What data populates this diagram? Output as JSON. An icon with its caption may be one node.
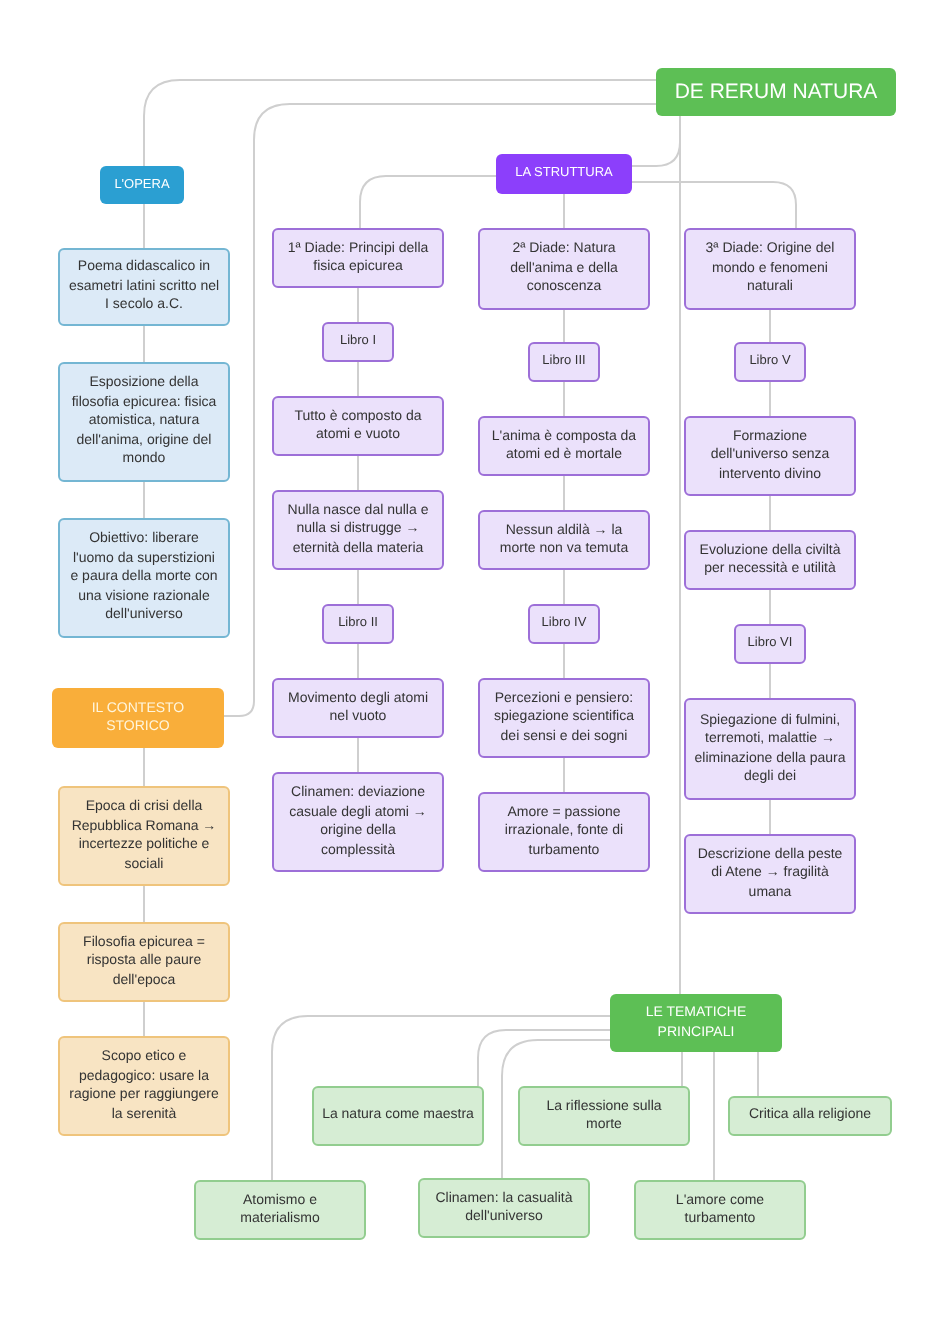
{
  "diagram": {
    "nodes": [
      {
        "text": [
          "DE RERUM NATURA"
        ]
      },
      {
        "text": [
          "L'OPERA"
        ]
      },
      {
        "text": [
          "Poema didascalico in esametri latini scritto nel I secolo a.C."
        ]
      },
      {
        "text": [
          "Esposizione della filosofia epicurea: fisica atomistica, natura dell'anima, origine del mondo"
        ]
      },
      {
        "text": [
          "Obiettivo: liberare l'uomo da superstizioni e paura della morte con una visione razionale dell'universo"
        ]
      },
      {
        "text": [
          "LA STRUTTURA"
        ]
      },
      {
        "text": [
          "1ª Diade: Principi della fisica epicurea"
        ]
      },
      {
        "text": [
          "Libro I"
        ]
      },
      {
        "text": [
          "Tutto è composto da atomi e vuoto"
        ]
      },
      {
        "text": [
          "Nulla nasce dal nulla e nulla si distrugge → eternità della materia"
        ]
      },
      {
        "text": [
          "Libro II"
        ]
      },
      {
        "text": [
          "Movimento degli atomi nel vuoto"
        ]
      },
      {
        "text": [
          "Clinamen: deviazione casuale degli atomi → origine della complessità"
        ]
      },
      {
        "text": [
          "2ª Diade: Natura dell'anima e della conoscenza"
        ]
      },
      {
        "text": [
          "Libro III"
        ]
      },
      {
        "text": [
          "L'anima è composta da atomi ed è mortale"
        ]
      },
      {
        "text": [
          "Nessun aldilà → la morte non va temuta"
        ]
      },
      {
        "text": [
          "Libro IV"
        ]
      },
      {
        "text": [
          "Percezioni e pensiero: spiegazione scientifica dei sensi e dei sogni"
        ]
      },
      {
        "text": [
          "Amore = passione irrazionale, fonte di turbamento"
        ]
      },
      {
        "text": [
          "3ª Diade: Origine del mondo e fenomeni naturali"
        ]
      },
      {
        "text": [
          "Libro V"
        ]
      },
      {
        "text": [
          "Formazione dell'universo senza intervento divino"
        ]
      },
      {
        "text": [
          "Evoluzione della civiltà per necessità e utilità"
        ]
      },
      {
        "text": [
          "Libro VI"
        ]
      },
      {
        "text": [
          "Spiegazione di fulmini, terremoti, malattie → eliminazione della paura degli dei"
        ]
      },
      {
        "text": [
          "Descrizione della peste di Atene → fragilità umana"
        ]
      },
      {
        "text": [
          "IL CONTESTO STORICO"
        ]
      },
      {
        "text": [
          "Epoca di crisi della Repubblica Romana → incertezze politiche e sociali"
        ]
      },
      {
        "text": [
          "Filosofia epicurea = risposta alle paure dell'epoca"
        ]
      },
      {
        "text": [
          "Scopo etico e pedagogico: usare la ragione per raggiungere la serenità"
        ]
      },
      {
        "text": [
          "LE TEMATICHE PRINCIPALI"
        ]
      },
      {
        "text": [
          "La natura come maestra"
        ]
      },
      {
        "text": [
          "La riflessione sulla morte"
        ]
      },
      {
        "text": [
          "Critica alla religione"
        ]
      },
      {
        "text": [
          "Atomismo e materialismo"
        ]
      },
      {
        "text": [
          "Clinamen: la casualità dell'universo"
        ]
      },
      {
        "text": [
          "L'amore come turbamento"
        ]
      }
    ],
    "edges": [
      {
        "from": 0,
        "to": 1,
        "arrow": "none"
      },
      {
        "from": 0,
        "to": 5,
        "arrow": "none"
      },
      {
        "from": 0,
        "to": 27,
        "arrow": "none"
      },
      {
        "from": 0,
        "to": 31,
        "arrow": "none"
      },
      {
        "from": 1,
        "to": 2,
        "arrow": "none"
      },
      {
        "from": 2,
        "to": 3,
        "arrow": "none"
      },
      {
        "from": 3,
        "to": 4,
        "arrow": "none"
      },
      {
        "from": 5,
        "to": 6,
        "arrow": "none"
      },
      {
        "from": 6,
        "to": 7,
        "arrow": "none"
      },
      {
        "from": 7,
        "to": 8,
        "arrow": "none"
      },
      {
        "from": 8,
        "to": 9,
        "arrow": "none"
      },
      {
        "from": 9,
        "to": 10,
        "arrow": "none"
      },
      {
        "from": 10,
        "to": 11,
        "arrow": "none"
      },
      {
        "from": 11,
        "to": 12,
        "arrow": "none"
      },
      {
        "from": 5,
        "to": 13,
        "arrow": "none"
      },
      {
        "from": 13,
        "to": 14,
        "arrow": "none"
      },
      {
        "from": 14,
        "to": 15,
        "arrow": "none"
      },
      {
        "from": 15,
        "to": 16,
        "arrow": "none"
      },
      {
        "from": 16,
        "to": 17,
        "arrow": "none"
      },
      {
        "from": 17,
        "to": 18,
        "arrow": "none"
      },
      {
        "from": 18,
        "to": 19,
        "arrow": "none"
      },
      {
        "from": 5,
        "to": 20,
        "arrow": "none"
      },
      {
        "from": 20,
        "to": 21,
        "arrow": "none"
      },
      {
        "from": 21,
        "to": 22,
        "arrow": "none"
      },
      {
        "from": 22,
        "to": 23,
        "arrow": "none"
      },
      {
        "from": 23,
        "to": 24,
        "arrow": "none"
      },
      {
        "from": 24,
        "to": 25,
        "arrow": "none"
      },
      {
        "from": 25,
        "to": 26,
        "arrow": "none"
      },
      {
        "from": 27,
        "to": 28,
        "arrow": "none"
      },
      {
        "from": 28,
        "to": 29,
        "arrow": "none"
      },
      {
        "from": 29,
        "to": 30,
        "arrow": "none"
      },
      {
        "from": 31,
        "to": 35,
        "arrow": "none"
      },
      {
        "from": 31,
        "to": 32,
        "arrow": "none"
      },
      {
        "from": 31,
        "to": 36,
        "arrow": "none"
      },
      {
        "from": 31,
        "to": 33,
        "arrow": "none"
      },
      {
        "from": 31,
        "to": 37,
        "arrow": "none"
      },
      {
        "from": 31,
        "to": 34,
        "arrow": "none"
      }
    ]
  }
}
